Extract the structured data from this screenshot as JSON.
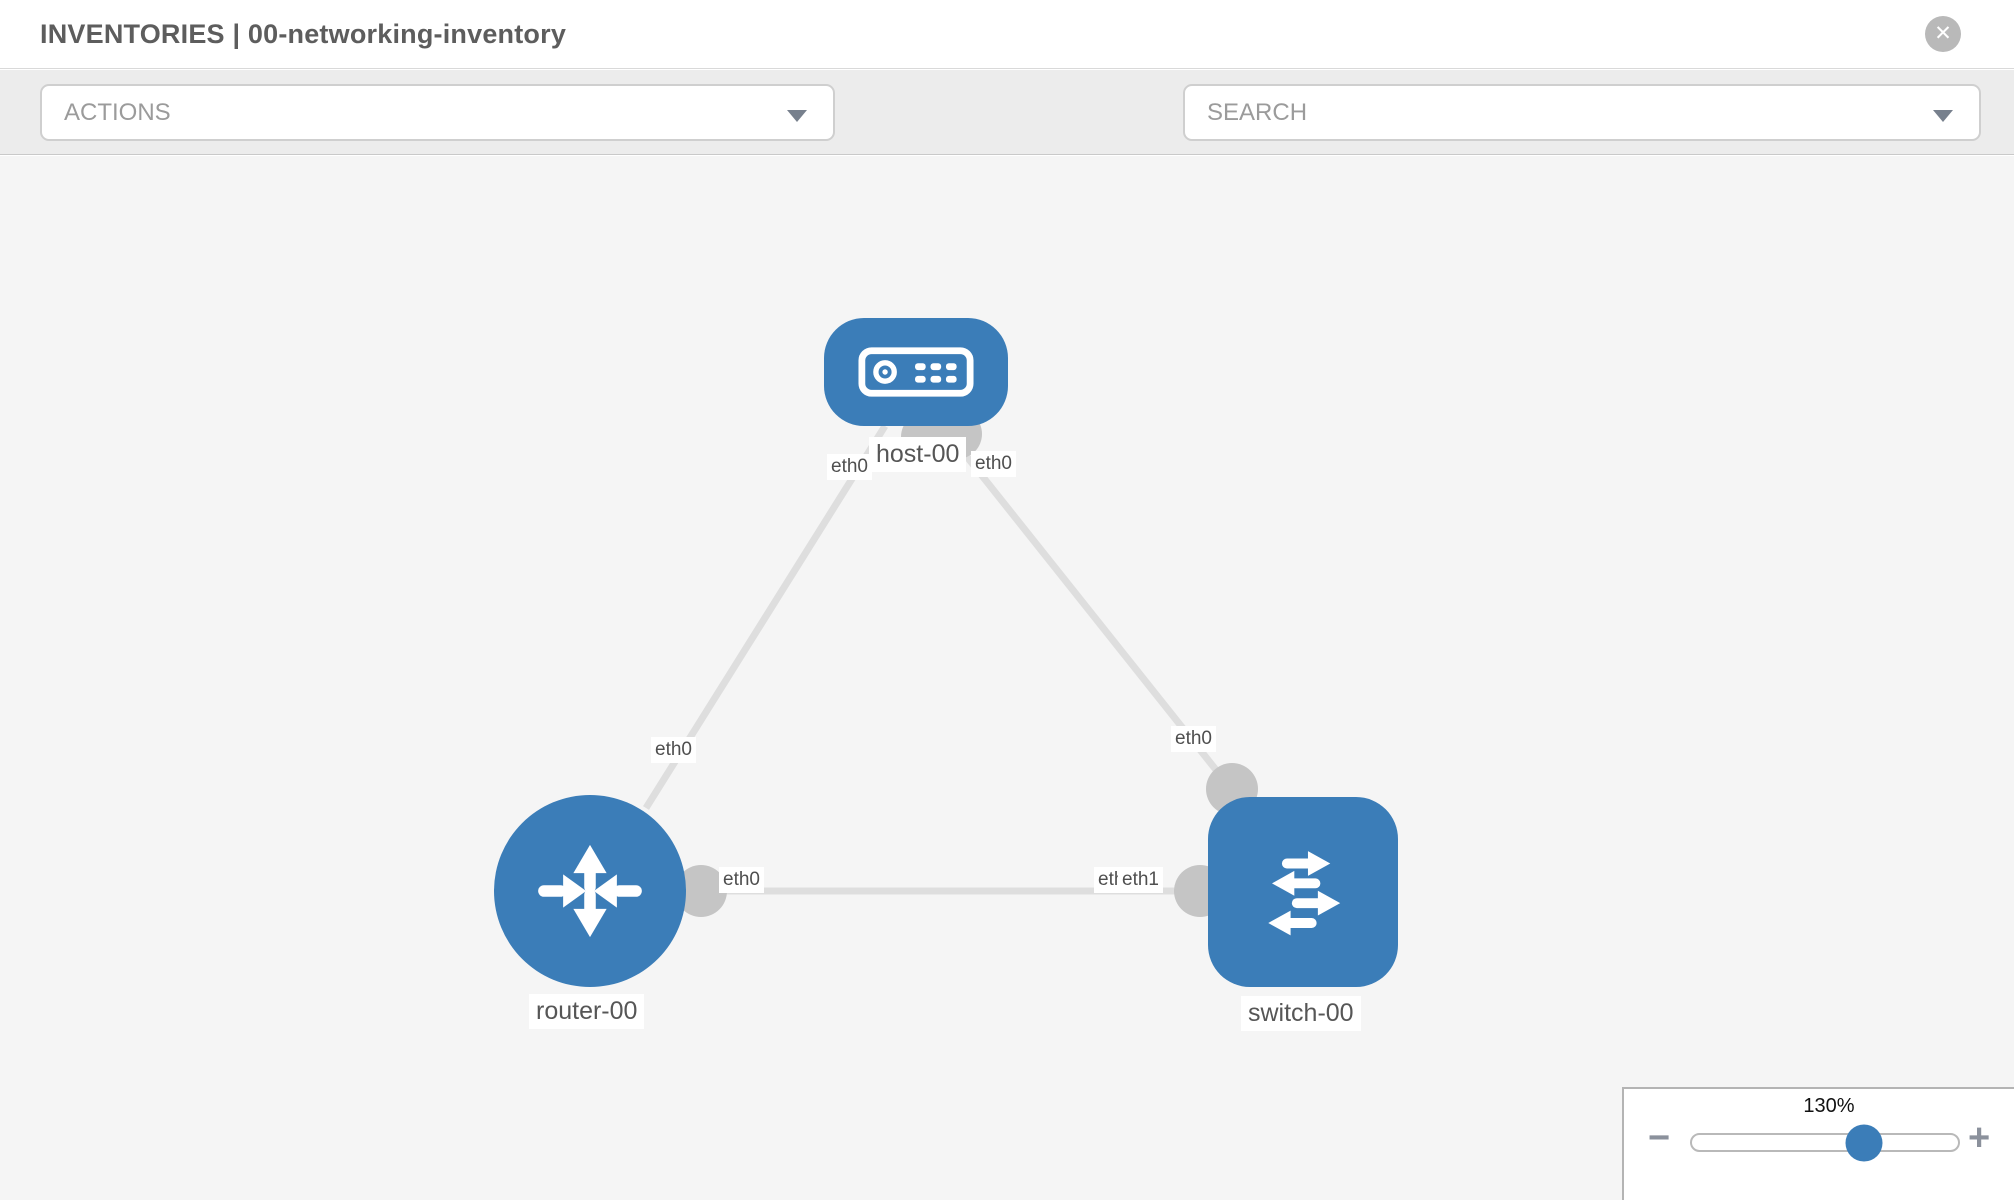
{
  "header": {
    "title": "INVENTORIES | 00-networking-inventory",
    "close_glyph": "✕"
  },
  "toolbar": {
    "actions_label": "ACTIONS",
    "search_label": "SEARCH"
  },
  "topology": {
    "nodes": [
      {
        "type": "host",
        "label": "host-00"
      },
      {
        "type": "router",
        "label": "router-00"
      },
      {
        "type": "switch",
        "label": "switch-00"
      }
    ],
    "links": [
      {
        "from": "host-00",
        "to": "router-00",
        "from_interface": "eth0",
        "to_interface": "eth0"
      },
      {
        "from": "host-00",
        "to": "switch-00",
        "from_interface": "eth0",
        "to_interface": "eth0"
      },
      {
        "from": "router-00",
        "to": "switch-00",
        "from_interface": "eth0",
        "to_interface": "eth1",
        "to_interface_behind": "eth0"
      }
    ]
  },
  "zoom_control": {
    "value": "130%",
    "minus_glyph": "−",
    "plus_glyph": "+",
    "slider_percent": 64.5
  },
  "colors": {
    "node_blue": "#3b7db8",
    "link_gray": "#dedede",
    "connector_gray": "#c5c5c5",
    "canvas_bg": "#f5f5f5",
    "toolbar_bg": "#ececec",
    "icon_gray": "#8b919c",
    "label_text": "#4f4f4f",
    "muted_text": "#9b9b9b"
  }
}
